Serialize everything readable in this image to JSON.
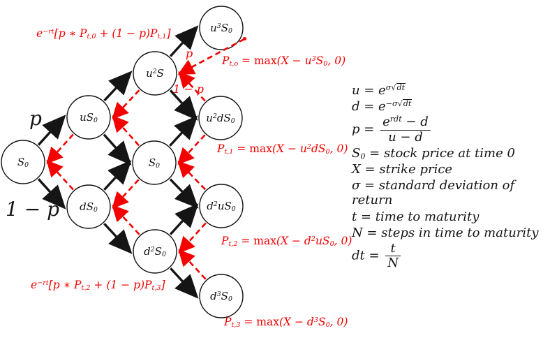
{
  "diagram": {
    "nodes": [
      {
        "id": "s0",
        "label": "S_{0}"
      },
      {
        "id": "us0",
        "label": "uS_{0}"
      },
      {
        "id": "ds0",
        "label": "dS_{0}"
      },
      {
        "id": "u2s",
        "label": "u^{2}S"
      },
      {
        "id": "s0m",
        "label": "S_{0}"
      },
      {
        "id": "d2s0",
        "label": "d^{2}S_{0}"
      },
      {
        "id": "u3s0",
        "label": "u^{3}S_{0}"
      },
      {
        "id": "u2ds0",
        "label": "u^{2}dS_{0}"
      },
      {
        "id": "d2us0",
        "label": "d^{2}uS_{0}"
      },
      {
        "id": "d3s0",
        "label": "d^{3}S_{0}"
      }
    ],
    "edges": {
      "forward": [
        [
          "s0",
          "us0"
        ],
        [
          "s0",
          "ds0"
        ],
        [
          "us0",
          "u2s"
        ],
        [
          "us0",
          "s0m"
        ],
        [
          "ds0",
          "s0m"
        ],
        [
          "ds0",
          "d2s0"
        ],
        [
          "u2s",
          "u3s0"
        ],
        [
          "u2s",
          "u2ds0"
        ],
        [
          "s0m",
          "u2ds0"
        ],
        [
          "s0m",
          "d2us0"
        ],
        [
          "d2s0",
          "d2us0"
        ],
        [
          "d2s0",
          "d3s0"
        ]
      ],
      "backward": [
        [
          "u3s0",
          "u2s"
        ],
        [
          "u2ds0",
          "u2s"
        ],
        [
          "u2s",
          "us0"
        ],
        [
          "s0m",
          "us0"
        ],
        [
          "u2ds0",
          "s0m"
        ],
        [
          "d2us0",
          "s0m"
        ],
        [
          "us0",
          "s0"
        ],
        [
          "ds0",
          "s0"
        ],
        [
          "s0m",
          "ds0"
        ],
        [
          "d2s0",
          "ds0"
        ],
        [
          "d2us0",
          "d2s0"
        ],
        [
          "d3s0",
          "d2s0"
        ]
      ]
    },
    "edge_labels": {
      "p_black": "p",
      "one_minus_p_black": "1 − p",
      "p_red": "p",
      "one_minus_p_red": "1 − p"
    },
    "annotations": {
      "discount_top": "e^{−rt}[p ∗ P_{t,0} + (1 − p)P_{t,1}]",
      "payoff_0": "P_{t,o} = max(X − u^{3}S_{0}, 0)",
      "payoff_1": "P_{t,1} = max(X − u^{2}dS_{0}, 0)",
      "payoff_2": "P_{t,2} = max(X − d^{2}uS_{0}, 0)",
      "payoff_3": "P_{t,3} = max(X − d^{3}S_{0}, 0)",
      "discount_bottom": "e^{−rt}[p ∗ P_{t,2} + (1 − p)P_{t,3}]"
    },
    "colors": {
      "forward": "#151515",
      "backward": "#f40000",
      "annotation_red": "#f40000",
      "node_stroke": "#111111",
      "node_fill": "#ffffff"
    }
  },
  "legend": {
    "lines": [
      "u = e^{σ√{dt}}",
      "d = e^{−σ√{dt}}",
      "p = frac{e^{rdt} − d}{u − d}",
      "S_{0} = stock price at time 0",
      "X = strike price",
      "σ = standard deviation of return",
      "t = time to maturity",
      "N = steps in time to maturity",
      "dt = frac{t}{N}"
    ]
  }
}
